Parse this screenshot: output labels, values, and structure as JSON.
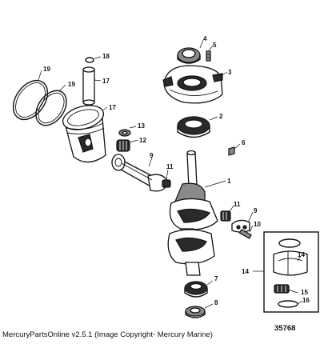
{
  "callouts": {
    "c1": "1",
    "c2": "2",
    "c3": "3",
    "c4": "4",
    "c5": "5",
    "c6": "6",
    "c7": "7",
    "c8": "8",
    "c9a": "9",
    "c9b": "9",
    "c10": "10",
    "c11a": "11",
    "c11b": "11",
    "c12": "12",
    "c13": "13",
    "c14": "14",
    "c14b": "14",
    "c15": "15",
    "c16": "16",
    "c17a": "17",
    "c17b": "17",
    "c18": "18",
    "c19a": "19",
    "c19b": "19"
  },
  "footer": {
    "copyright": "MercuryPartsOnline v2.5.1 (Image Copyright- Mercury Marine)",
    "diagram_number": "35768"
  }
}
